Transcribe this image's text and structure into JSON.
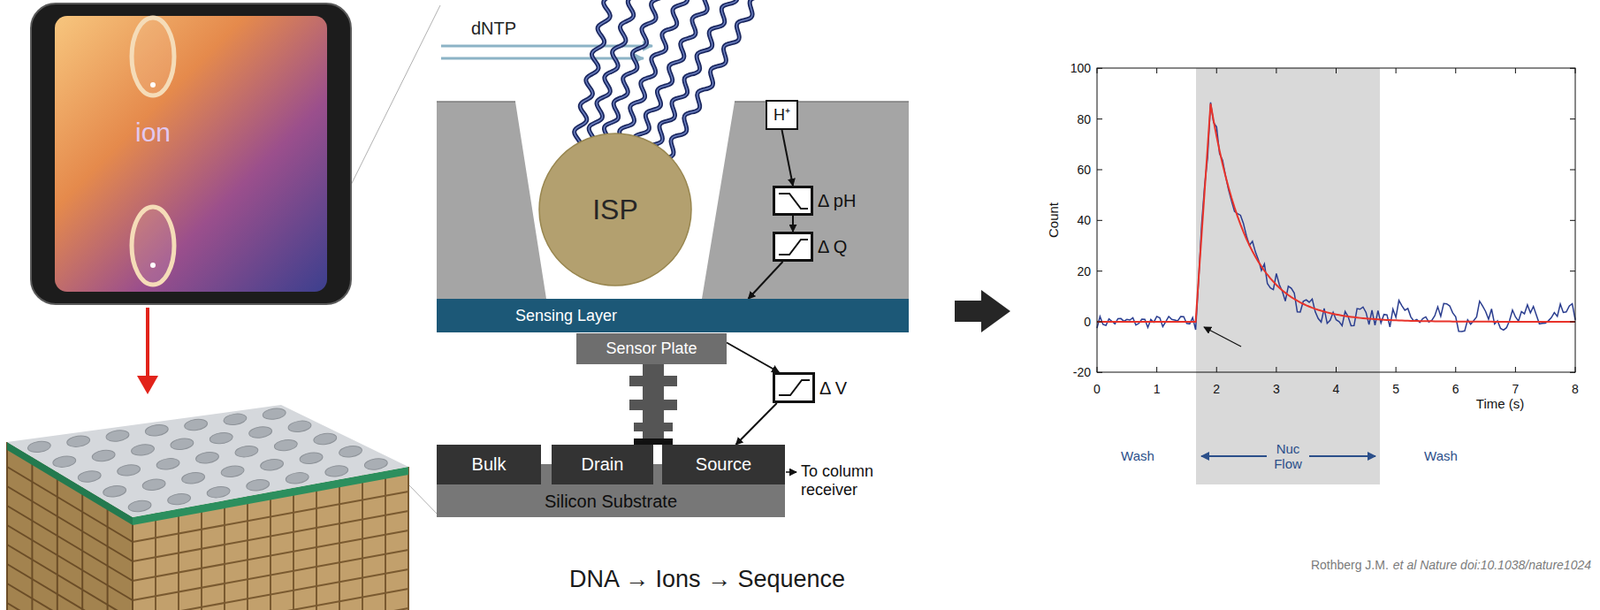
{
  "diagram": {
    "nodes": [
      {
        "text": [
          "ISP"
        ]
      },
      {
        "text": [
          "H⁺"
        ]
      },
      {
        "text": [
          "Δ pH"
        ]
      },
      {
        "text": [
          "Δ Q"
        ]
      },
      {
        "text": [
          "Sensing Layer"
        ]
      },
      {
        "text": [
          "Sensor Plate"
        ]
      },
      {
        "text": [
          "Δ V"
        ]
      },
      {
        "text": [
          "Bulk"
        ]
      },
      {
        "text": [
          "Drain"
        ]
      },
      {
        "text": [
          "Source"
        ]
      },
      {
        "text": [
          "Silicon Substrate"
        ]
      }
    ],
    "edges": [
      {
        "from": 1,
        "to": 2,
        "arrow": "to"
      },
      {
        "from": 2,
        "to": 3,
        "arrow": "to"
      },
      {
        "from": 3,
        "to": 4,
        "arrow": "to"
      },
      {
        "from": 5,
        "to": 6,
        "arrow": "to"
      },
      {
        "from": 6,
        "to": 9,
        "arrow": "to"
      }
    ],
    "labels": [
      "ion",
      "dNTP",
      "To column receiver",
      "DNA → Ions → Sequence",
      "100",
      "80",
      "60",
      "40",
      "20",
      "0",
      "-20",
      "0",
      "1",
      "2",
      "3",
      "4",
      "5",
      "6",
      "7",
      "8",
      "Count",
      "Time (s)",
      "Wash",
      "Nuc Flow",
      "Wash",
      "Rothberg J.M.",
      "et al Nature doi:10.1038/nature1024"
    ]
  }
}
